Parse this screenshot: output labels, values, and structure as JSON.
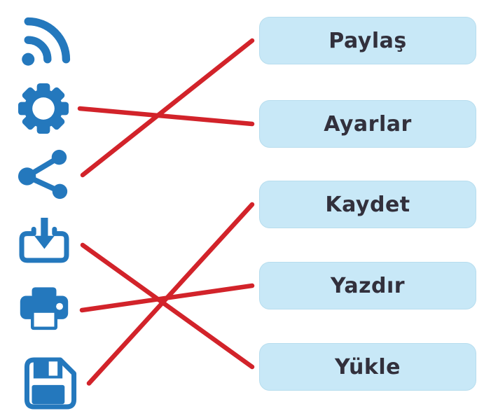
{
  "exercise": {
    "icons": [
      {
        "id": "wifi",
        "name": "wifi-signal-icon"
      },
      {
        "id": "gear",
        "name": "settings-gear-icon"
      },
      {
        "id": "share",
        "name": "share-icon"
      },
      {
        "id": "download",
        "name": "download-icon"
      },
      {
        "id": "printer",
        "name": "printer-icon"
      },
      {
        "id": "floppy",
        "name": "save-floppy-icon"
      }
    ],
    "labels": [
      {
        "id": "paylas",
        "text": "Paylaş"
      },
      {
        "id": "ayarlar",
        "text": "Ayarlar"
      },
      {
        "id": "kaydet",
        "text": "Kaydet"
      },
      {
        "id": "yazdir",
        "text": "Yazdır"
      },
      {
        "id": "yukle",
        "text": "Yükle"
      }
    ],
    "connections": [
      {
        "from": "gear",
        "to": "ayarlar"
      },
      {
        "from": "share",
        "to": "paylas"
      },
      {
        "from": "download",
        "to": "yukle"
      },
      {
        "from": "printer",
        "to": "yazdir"
      },
      {
        "from": "floppy",
        "to": "kaydet"
      }
    ]
  },
  "colors": {
    "icon_blue": "#2478bd",
    "label_bg": "#c8e8f7",
    "label_border": "#b7ddee",
    "label_text": "#32303c",
    "line_red": "#d2232a",
    "background": "#ffffff"
  }
}
